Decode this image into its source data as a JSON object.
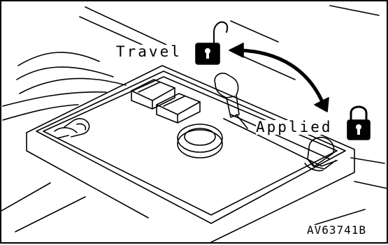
{
  "labels": {
    "travel": "Travel",
    "applied": "Applied",
    "figure_code": "AV63741B"
  },
  "icons": {
    "travel_lock": "unlocked-padlock-icon",
    "applied_lock": "locked-padlock-icon",
    "switch_direction": "double-headed-curved-arrow"
  },
  "colors": {
    "ink": "#000000",
    "paper": "#ffffff"
  }
}
